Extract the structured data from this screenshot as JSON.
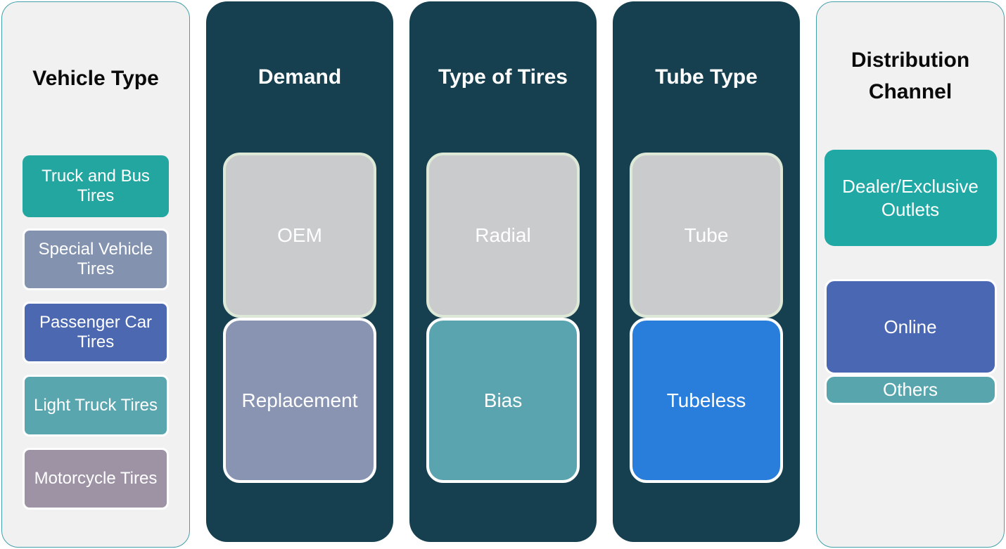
{
  "columns": [
    {
      "title": "Vehicle Type",
      "style": "light",
      "items": [
        {
          "label": "Truck and Bus Tires",
          "color": "#23A6A0",
          "border": "none"
        },
        {
          "label": "Special Vehicle Tires",
          "color": "#8392AF",
          "border": "white"
        },
        {
          "label": "Passenger Car Tires",
          "color": "#4B68B0",
          "border": "white"
        },
        {
          "label": "Light Truck Tires",
          "color": "#5AA6AF",
          "border": "white"
        },
        {
          "label": "Motorcycle Tires",
          "color": "#9D93A4",
          "border": "white"
        }
      ]
    },
    {
      "title": "Demand",
      "style": "dark",
      "items": [
        {
          "label": "OEM",
          "color": "#C9CBCD",
          "border": "pale-green"
        },
        {
          "label": "Replacement",
          "color": "#8894B1",
          "border": "white"
        }
      ]
    },
    {
      "title": "Type of Tires",
      "style": "dark",
      "items": [
        {
          "label": "Radial",
          "color": "#C9CBCD",
          "border": "pale-green"
        },
        {
          "label": "Bias",
          "color": "#59A4AF",
          "border": "white"
        }
      ]
    },
    {
      "title": "Tube Type",
      "style": "dark",
      "items": [
        {
          "label": "Tube",
          "color": "#C9CBCD",
          "border": "pale-green"
        },
        {
          "label": "Tubeless",
          "color": "#2A7EDB",
          "border": "white"
        }
      ]
    },
    {
      "title": "Distribution Channel",
      "style": "light",
      "items": [
        {
          "label": "Dealer/Exclusive Outlets",
          "color": "#1FA8A4",
          "border": "none"
        },
        {
          "label": "Online",
          "color": "#4A67B4",
          "border": "white"
        },
        {
          "label": "Others",
          "color": "#58A5AE",
          "border": "white"
        }
      ]
    }
  ],
  "colors": {
    "light_column_bg": "#F1F1F1",
    "light_column_border": "#44A0A8",
    "dark_column_bg": "#16404F",
    "gray_box_fill": "#C9CBCD",
    "gray_box_border": "#DEE8D6",
    "white_box_border": "#FFFFFF",
    "light_title_text": "#0A0A0A",
    "dark_title_text": "#FFFFFF",
    "item_text": "#FFFFFF"
  }
}
